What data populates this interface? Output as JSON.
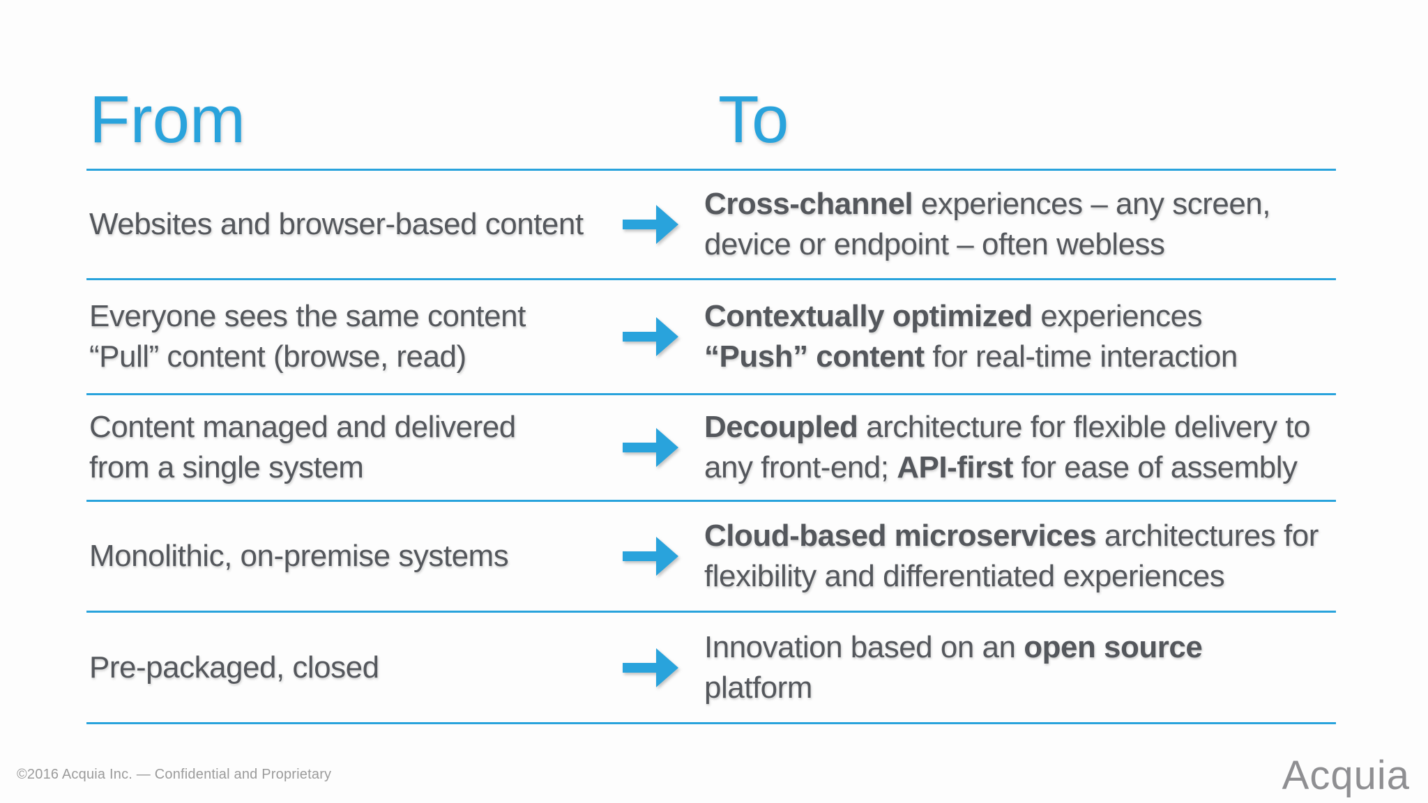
{
  "slide": {
    "header": {
      "from": "From",
      "to": "To"
    },
    "rows": [
      {
        "from_lines": [
          [
            {
              "t": "Websites and browser-based content"
            }
          ]
        ],
        "to_lines": [
          [
            {
              "t": "Cross-channel",
              "b": true
            },
            {
              "t": " experiences – any screen,"
            }
          ],
          [
            {
              "t": "device or endpoint – often webless"
            }
          ]
        ]
      },
      {
        "from_lines": [
          [
            {
              "t": "Everyone sees the same content"
            }
          ],
          [
            {
              "t": "“Pull” content (browse, read)"
            }
          ]
        ],
        "to_lines": [
          [
            {
              "t": "Contextually optimized",
              "b": true
            },
            {
              "t": " experiences"
            }
          ],
          [
            {
              "t": "“Push” content",
              "b": true
            },
            {
              "t": " for real-time interaction"
            }
          ]
        ]
      },
      {
        "from_lines": [
          [
            {
              "t": "Content managed and delivered"
            }
          ],
          [
            {
              "t": "from a single system"
            }
          ]
        ],
        "to_lines": [
          [
            {
              "t": "Decoupled",
              "b": true
            },
            {
              "t": " architecture for flexible delivery to"
            }
          ],
          [
            {
              "t": "any front-end; "
            },
            {
              "t": "API-first",
              "b": true
            },
            {
              "t": " for ease of assembly"
            }
          ]
        ]
      },
      {
        "from_lines": [
          [
            {
              "t": "Monolithic, on-premise systems"
            }
          ]
        ],
        "to_lines": [
          [
            {
              "t": "Cloud-based microservices",
              "b": true
            },
            {
              "t": " architectures for"
            }
          ],
          [
            {
              "t": "flexibility and differentiated experiences"
            }
          ]
        ]
      },
      {
        "from_lines": [
          [
            {
              "t": "Pre-packaged, closed"
            }
          ]
        ],
        "to_lines": [
          [
            {
              "t": "Innovation based on an "
            },
            {
              "t": "open source",
              "b": true
            }
          ],
          [
            {
              "t": "platform"
            }
          ]
        ]
      }
    ],
    "icons": {
      "row_arrow": "right-arrow-icon"
    },
    "footer": {
      "copyright": "©2016 Acquia Inc. — Confidential and Proprietary",
      "logo_text": "Acquia"
    },
    "colors": {
      "accent_blue": "#29A3DC",
      "body_text": "#54575C",
      "footer_text": "#9B9B9B",
      "logo_gray": "#8F8F92"
    }
  }
}
